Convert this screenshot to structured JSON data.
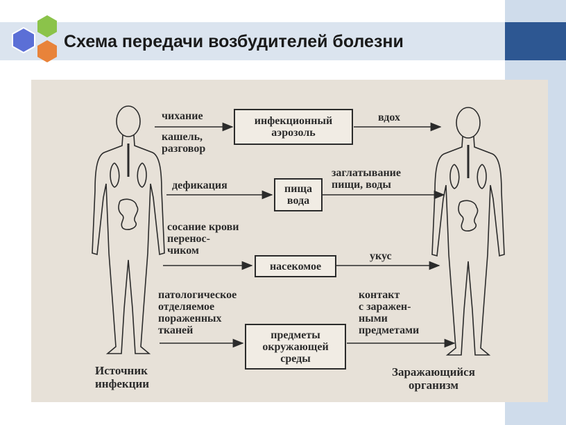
{
  "header": {
    "title": "Схема передачи возбудителей болезни"
  },
  "colors": {
    "title_bar": "#dbe4ef",
    "accent_dark": "#2d5792",
    "side_band": "#cfdceb",
    "hex_green": "#8bc34a",
    "hex_blue": "#5b6fd6",
    "hex_orange": "#e8833a"
  },
  "diagram": {
    "source_label": "Источник\nинфекции",
    "target_label": "Заражающийся\nорганизм",
    "routes": [
      {
        "left_label": "чихание",
        "left_label2": "кашель,\nразговор",
        "box": "инфекционный\nаэрозоль",
        "right_label": "вдох"
      },
      {
        "left_label": "дефикация",
        "box": "пища\nвода",
        "right_label": "заглатывание\nпищи, воды"
      },
      {
        "left_label": "сосание крови\nперенос-\nчиком",
        "box": "насекомое",
        "right_label": "укус"
      },
      {
        "left_label": "патологическое\nотделяемое\nпораженных\nтканей",
        "box": "предметы\nокружающей\nсреды",
        "right_label": "контакт\nс заражен-\nными\nпредметами"
      }
    ]
  }
}
